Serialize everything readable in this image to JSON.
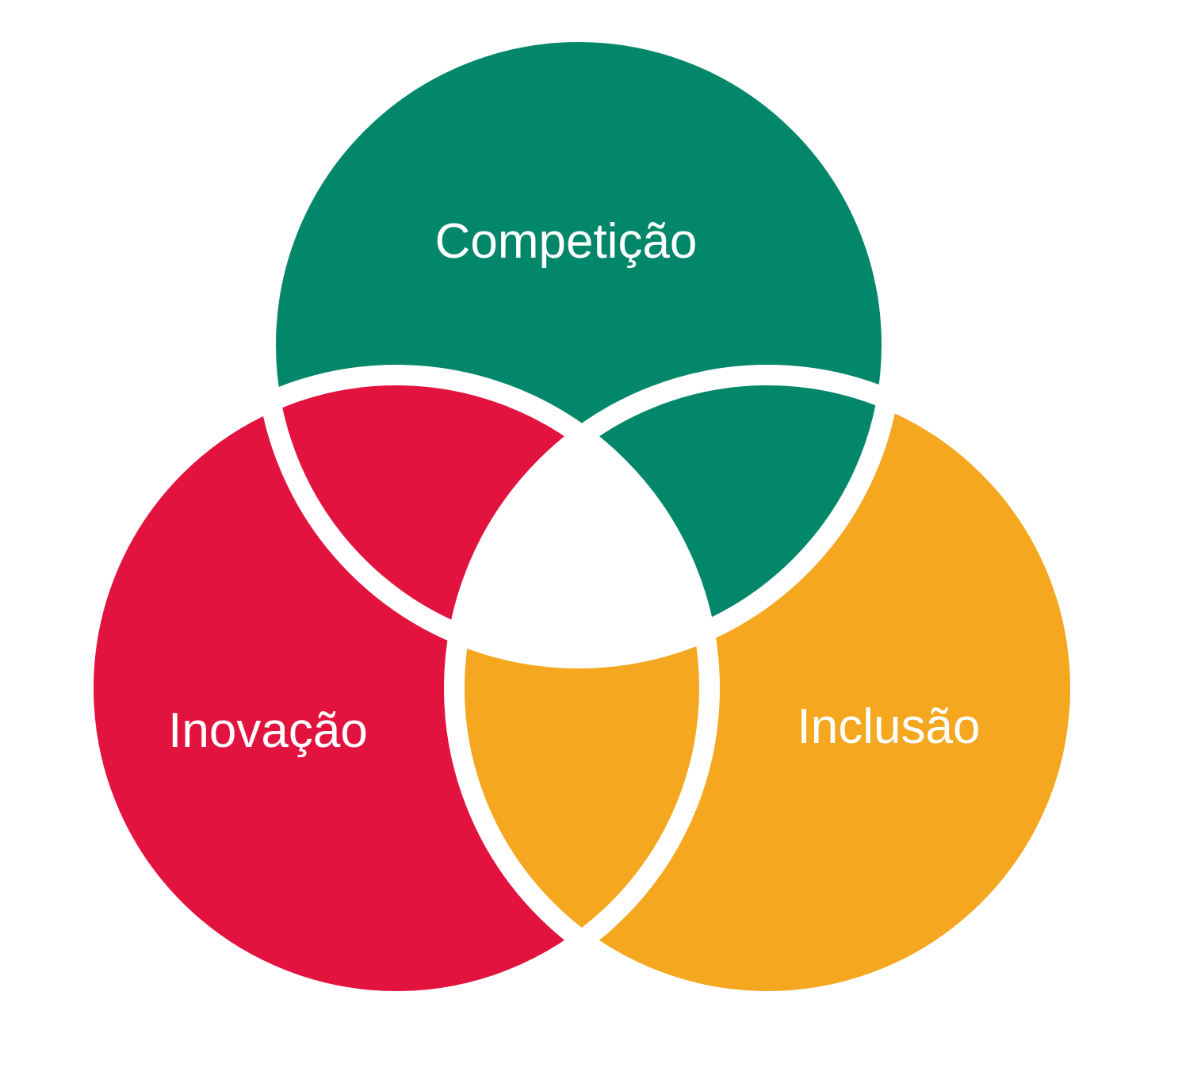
{
  "diagram": {
    "type": "venn",
    "background_color": "#ffffff",
    "separator_color": "#ffffff",
    "circles": [
      {
        "id": "competicao",
        "label": "Competição",
        "color": "#03876A"
      },
      {
        "id": "inovacao",
        "label": "Inovação",
        "color": "#E31340"
      },
      {
        "id": "inclusao",
        "label": "Inclusão",
        "color": "#F5A720"
      }
    ],
    "center_region_color": "#ffffff"
  }
}
